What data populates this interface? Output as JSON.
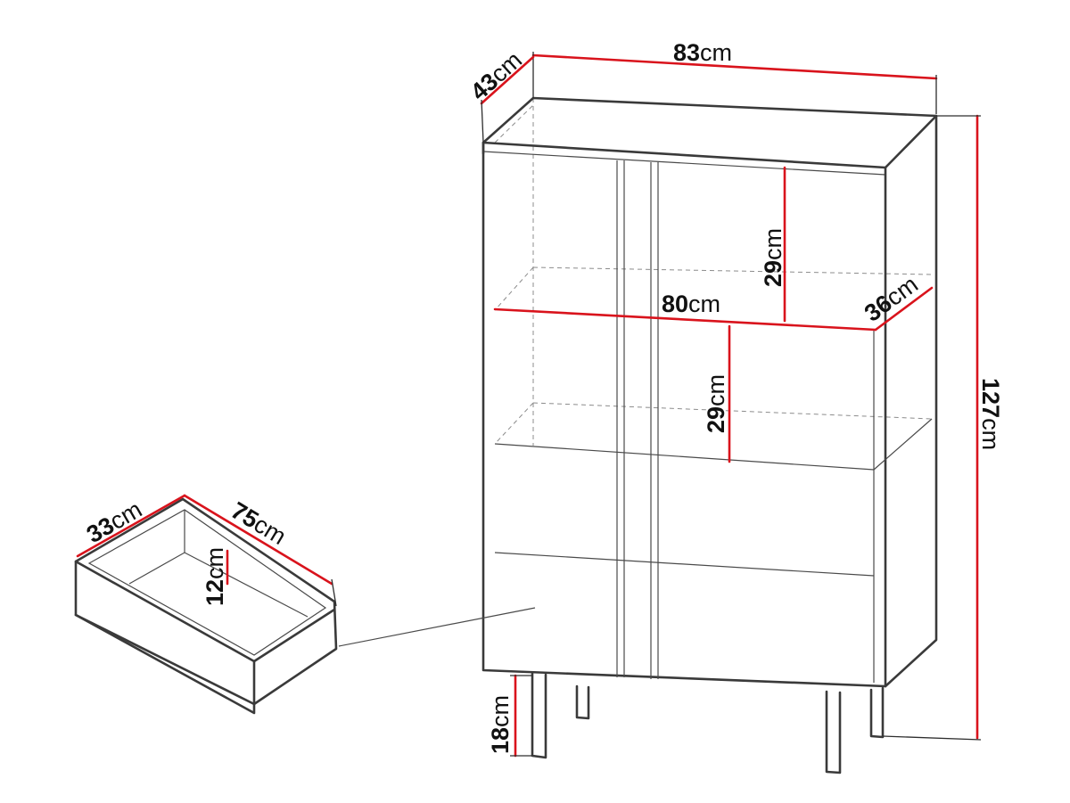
{
  "diagram": {
    "unit": "cm",
    "dimensions": {
      "cabinet_width": "83",
      "cabinet_depth": "43",
      "cabinet_height": "127",
      "shelf_width": "80",
      "shelf_depth": "36",
      "upper_compartment_height": "29",
      "middle_compartment_height": "29",
      "leg_height": "18",
      "drawer_depth": "33",
      "drawer_width": "75",
      "drawer_height": "12"
    }
  }
}
